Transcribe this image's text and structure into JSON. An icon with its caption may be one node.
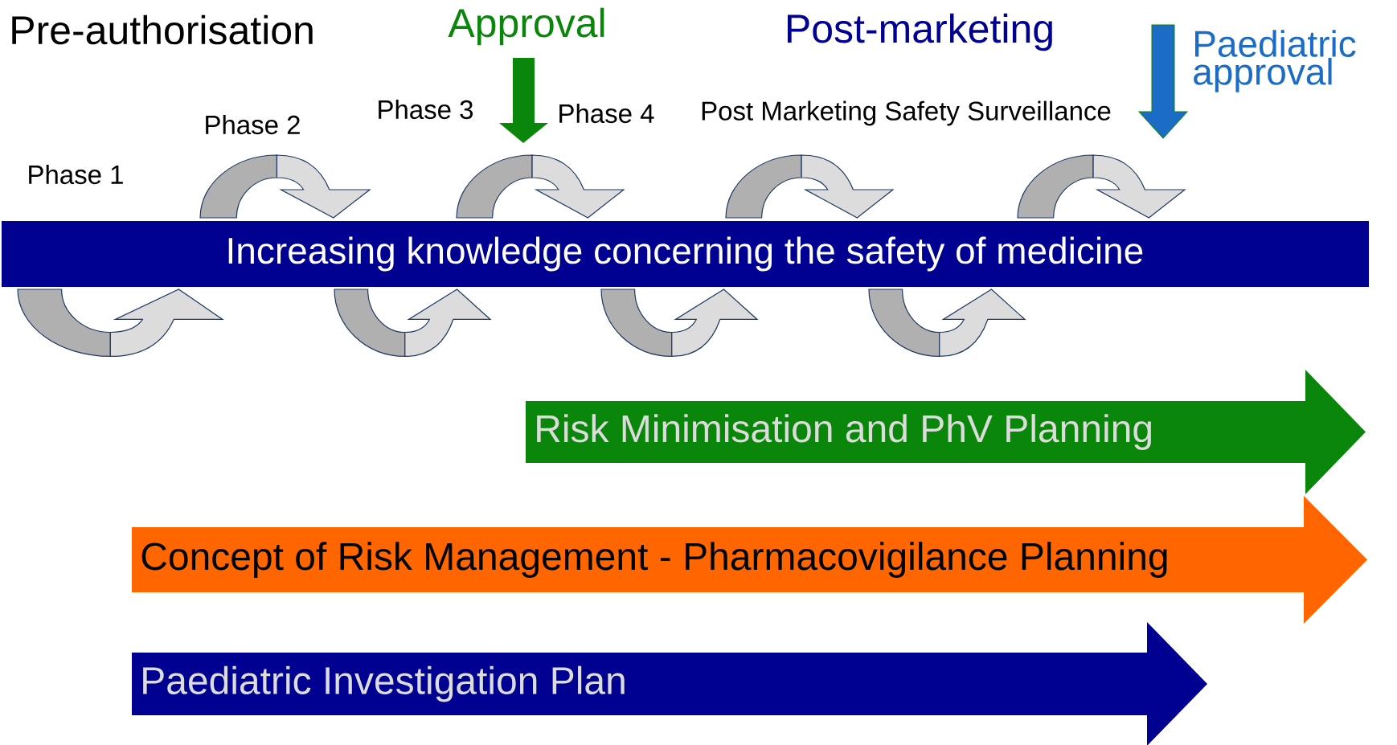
{
  "diagram": {
    "nodes": [
      {
        "text": [
          "Increasing knowledge concerning the safety of medicine"
        ]
      },
      {
        "text": [
          "Risk Minimisation and PhV Planning"
        ]
      },
      {
        "text": [
          "Concept of Risk Management - Pharmacovigilance Planning"
        ]
      },
      {
        "text": [
          "Paediatric Investigation Plan"
        ]
      }
    ],
    "labels": [
      "Pre-authorisation",
      "Approval",
      "Post-marketing",
      "Paediatric approval",
      "Phase 1",
      "Phase 2",
      "Phase 3",
      "Phase 4",
      "Post Marketing Safety Surveillance"
    ]
  }
}
